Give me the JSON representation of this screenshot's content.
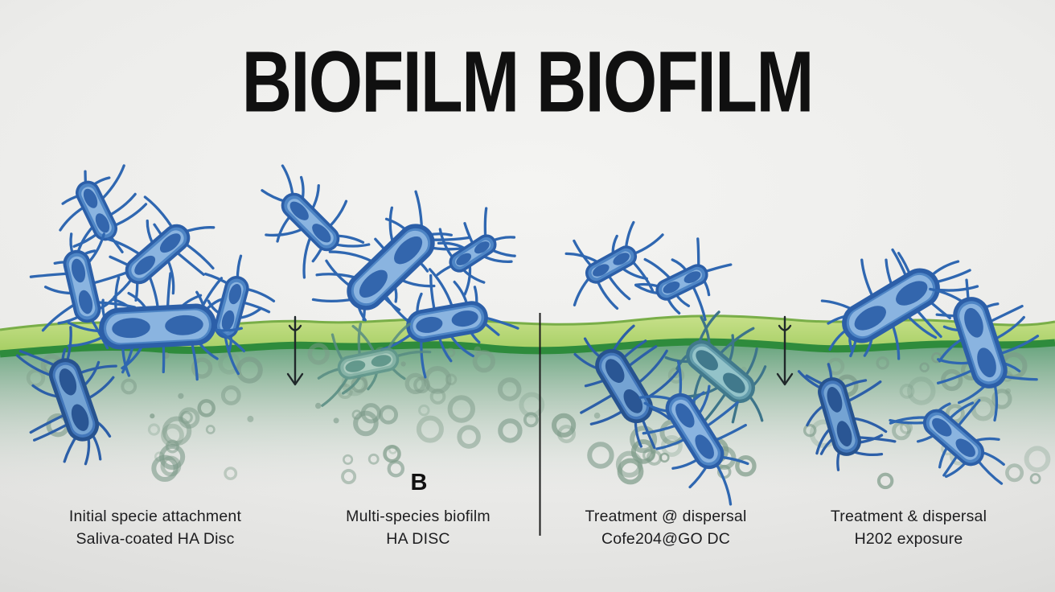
{
  "title": "BIOFILM BIOFILM",
  "marker_b": "B",
  "sections": [
    {
      "name": "initial-attachment",
      "line1": "Initial specie attachment",
      "line2": "Saliva-coated HA Disc"
    },
    {
      "name": "multi-species-biofilm",
      "line1": "Multi-species biofilm",
      "line2": "HA DISC"
    },
    {
      "name": "treatment-go-disc",
      "line1": "Treatment @ dispersal",
      "line2": "Cofe204@GO DC"
    },
    {
      "name": "treatment-h2o2",
      "line1": "Treatment & dispersal",
      "line2": "H202 exposure"
    }
  ],
  "icons": {
    "down_arrow": "↓"
  },
  "palette": {
    "background_top": "#f4f4f2",
    "background_edge": "#d2d2d0",
    "title_color": "#101010",
    "label_color": "#1d1d1f",
    "band_fill_top": "#c7e08a",
    "band_fill_bottom": "#a4cd61",
    "band_top_stroke": "#79ae48",
    "band_bottom_stroke": "#2e8b3c",
    "under_band_green": "#569b6f",
    "under_band_mid": "#8fb49b",
    "bubble_rgb": "124,154,136",
    "divider": "#1c1c1c",
    "arrow": "#20282a",
    "bacteria": {
      "blue": {
        "stroke": "#2c5fa8",
        "body": "#4e85c5",
        "hi": "#8ab4e0",
        "oval": "#3366ad",
        "flag": "#2f67b1"
      },
      "deep": {
        "stroke": "#27538f",
        "body": "#4377ba",
        "hi": "#74a3d3",
        "oval": "#2a5694",
        "flag": "#2c5fa8"
      },
      "teal": {
        "stroke": "#41798c",
        "body": "#639cab",
        "hi": "#93c3c9",
        "oval": "#41798c",
        "flag": "#3d748a"
      },
      "fade": {
        "stroke": "#5d948b",
        "body": "#86b3a9",
        "hi": "#b0d0c6",
        "oval": "#5d948b",
        "flag": "#578c82"
      }
    }
  }
}
